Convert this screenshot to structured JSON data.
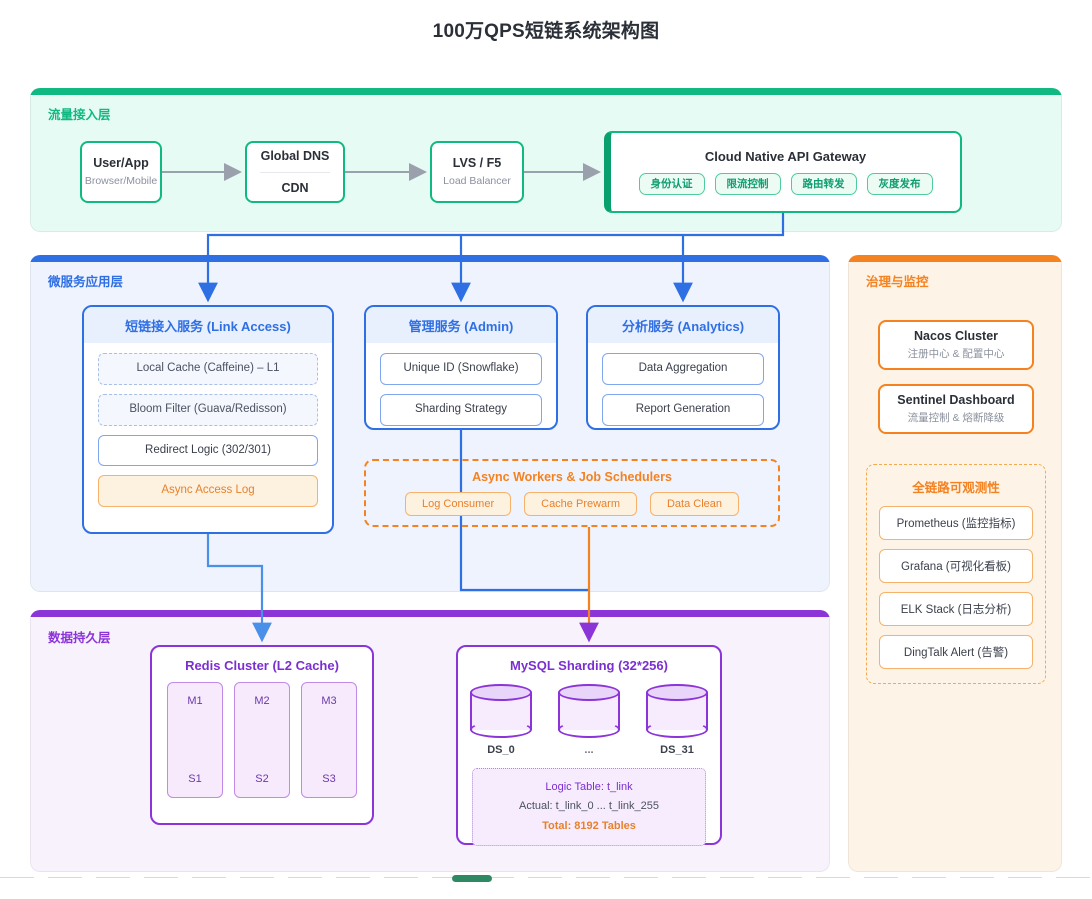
{
  "title": "100万QPS短链系统架构图",
  "layers": {
    "traffic": {
      "label": "流量接入层",
      "color": "#10b981"
    },
    "micro": {
      "label": "微服务应用层",
      "color": "#2f6fe4"
    },
    "data": {
      "label": "数据持久层",
      "color": "#8b34d8"
    },
    "ops": {
      "label": "治理与监控",
      "color": "#f58220"
    }
  },
  "traffic": {
    "user": {
      "title": "User/App",
      "sub": "Browser/Mobile"
    },
    "dns": {
      "title": "Global DNS",
      "sub": "CDN"
    },
    "lvs": {
      "title": "LVS / F5",
      "sub": "Load Balancer"
    },
    "gateway": {
      "title": "Cloud Native API Gateway",
      "chips": [
        "身份认证",
        "限流控制",
        "路由转发",
        "灰度发布"
      ]
    }
  },
  "micro": {
    "link_access": {
      "title": "短链接入服务 (Link Access)",
      "items": [
        {
          "label": "Local Cache (Caffeine) – L1",
          "style": "dash"
        },
        {
          "label": "Bloom Filter (Guava/Redisson)",
          "style": "dash"
        },
        {
          "label": "Redirect Logic (302/301)",
          "style": "solid"
        },
        {
          "label": "Async Access Log",
          "style": "warn"
        }
      ]
    },
    "admin": {
      "title": "管理服务 (Admin)",
      "items": [
        {
          "label": "Unique ID (Snowflake)",
          "style": "solid"
        },
        {
          "label": "Sharding Strategy",
          "style": "solid"
        }
      ]
    },
    "analytics": {
      "title": "分析服务 (Analytics)",
      "items": [
        {
          "label": "Data Aggregation",
          "style": "solid"
        },
        {
          "label": "Report Generation",
          "style": "solid"
        }
      ]
    },
    "workers": {
      "title": "Async Workers & Job Schedulers",
      "chips": [
        "Log Consumer",
        "Cache Prewarm",
        "Data Clean"
      ]
    }
  },
  "data": {
    "redis": {
      "title": "Redis Cluster (L2 Cache)",
      "columns": [
        {
          "master": "M1",
          "slave": "S1"
        },
        {
          "master": "M2",
          "slave": "S2"
        },
        {
          "master": "M3",
          "slave": "S3"
        }
      ]
    },
    "mysql": {
      "title": "MySQL Sharding (32*256)",
      "shards": [
        "DS_0",
        "...",
        "DS_31"
      ],
      "table_info": {
        "logic": "Logic Table: t_link",
        "actual": "Actual: t_link_0 ... t_link_255",
        "total": "Total: 8192 Tables"
      }
    }
  },
  "ops": {
    "nacos": {
      "title": "Nacos Cluster",
      "sub": "注册中心 & 配置中心"
    },
    "sentinel": {
      "title": "Sentinel Dashboard",
      "sub": "流量控制 & 熔断降级"
    },
    "observability": {
      "title": "全链路可观测性",
      "items": [
        "Prometheus (监控指标)",
        "Grafana (可视化看板)",
        "ELK Stack (日志分析)",
        "DingTalk Alert (告警)"
      ]
    }
  }
}
